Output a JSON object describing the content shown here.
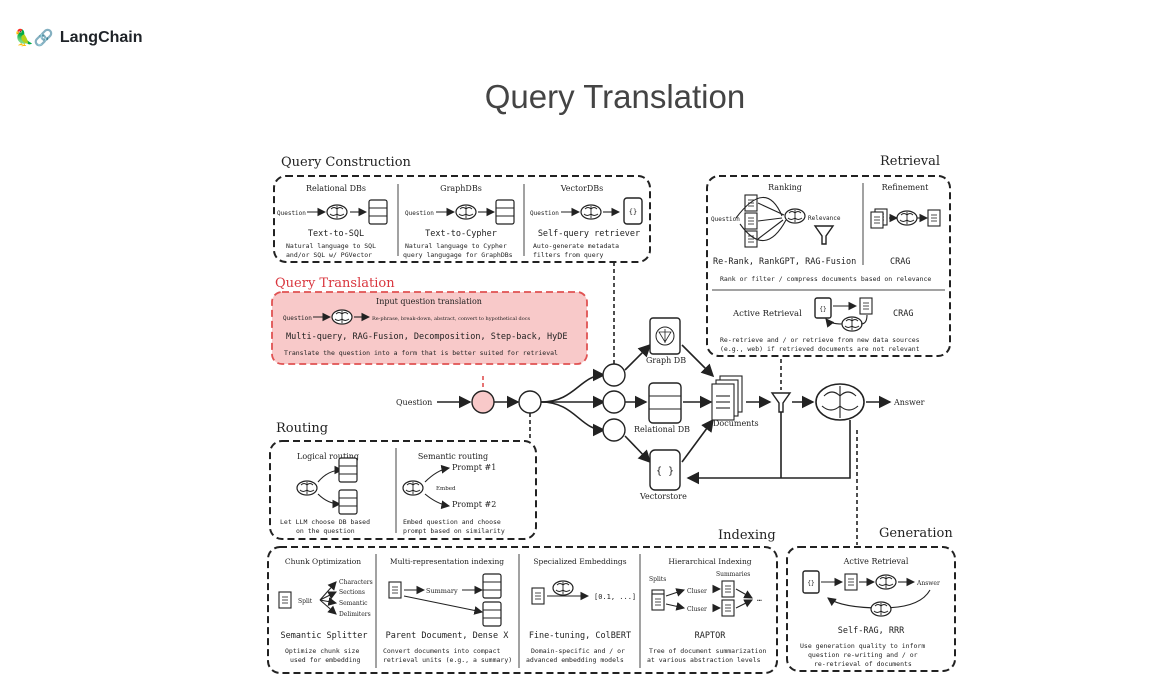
{
  "brand": {
    "name": "LangChain",
    "logo_icon": "parrot-link-icon"
  },
  "page": {
    "title": "Query Translation"
  },
  "colors": {
    "highlight_fill": "#f8c9c9",
    "highlight_stroke": "#e05252",
    "highlight_text": "#d9363e",
    "ink": "#222222"
  },
  "query_construction": {
    "title": "Query Construction",
    "relational": {
      "header": "Relational DBs",
      "input": "Question",
      "method": "Text-to-SQL",
      "desc1": "Natural language to SQL",
      "desc2": "and/or SQL w/ PGVector"
    },
    "graph": {
      "header": "GraphDBs",
      "input": "Question",
      "method": "Text-to-Cypher",
      "desc1": "Natural language to Cypher",
      "desc2": "query langugage for GraphDBs"
    },
    "vector": {
      "header": "VectorDBs",
      "input": "Question",
      "method": "Self-query retriever",
      "desc1": "Auto-generate metadata",
      "desc2": "filters from query"
    }
  },
  "query_translation": {
    "title": "Query Translation",
    "header": "Input question translation",
    "input": "Question",
    "flow": "Re-phrase, break-down, abstract, convert to hypothetical docs",
    "methods": "Multi-query, RAG-Fusion, Decomposition, Step-back, HyDE",
    "desc": "Translate the question into a form that is better suited for retrieval"
  },
  "routing": {
    "title": "Routing",
    "logical": {
      "header": "Logical routing",
      "desc1": "Let LLM choose DB based",
      "desc2": "on the question"
    },
    "semantic": {
      "header": "Semantic routing",
      "embed": "Embed",
      "prompt1": "Prompt #1",
      "prompt2": "Prompt #2",
      "desc1": "Embed question and choose",
      "desc2": "prompt based on similarity"
    }
  },
  "pipeline": {
    "question": "Question",
    "graph_db": "Graph DB",
    "relational_db": "Relational DB",
    "vectorstore": "Vectorstore",
    "documents": "Documents",
    "answer": "Answer"
  },
  "retrieval": {
    "title": "Retrieval",
    "ranking": {
      "header": "Ranking",
      "input": "Question",
      "relevance": "Relevance",
      "methods": "Re-Rank, RankGPT, RAG-Fusion"
    },
    "refinement": {
      "header": "Refinement",
      "method": "CRAG"
    },
    "rank_desc": "Rank or filter / compress documents based on relevance",
    "active": {
      "header": "Active Retrieval",
      "method": "CRAG",
      "desc1": "Re-retrieve and / or retrieve from new data sources",
      "desc2": "(e.g., web) if retrieved documents are not relevant"
    }
  },
  "indexing": {
    "title": "Indexing",
    "chunk": {
      "header": "Chunk Optimization",
      "split": "Split",
      "c1": "Characters",
      "c2": "Sections",
      "c3": "Semantic",
      "c4": "Delimiters",
      "method": "Semantic Splitter",
      "desc1": "Optimize chunk size",
      "desc2": "used for embedding"
    },
    "multi": {
      "header": "Multi-representation indexing",
      "summary": "Summary",
      "method": "Parent Document, Dense X",
      "desc1": "Convert documents into compact",
      "desc2": "retrieval units (e.g., a summary)"
    },
    "special": {
      "header": "Specialized Embeddings",
      "vector": "[0.1, ...]",
      "method": "Fine-tuning, ColBERT",
      "desc1": "Domain-specific and / or",
      "desc2": "advanced embedding models"
    },
    "hier": {
      "header": "Hierarchical Indexing",
      "splits": "Splits",
      "summaries": "Summaries",
      "cluster1": "Cluser",
      "cluster2": "Cluser",
      "method": "RAPTOR",
      "desc1": "Tree of document summarization",
      "desc2": "at various abstraction levels"
    }
  },
  "generation": {
    "title": "Generation",
    "header": "Active Retrieval",
    "answer": "Answer",
    "method": "Self-RAG, RRR",
    "desc1": "Use generation quality to inform",
    "desc2": "question re-writing and / or",
    "desc3": "re-retrieval of documents"
  }
}
